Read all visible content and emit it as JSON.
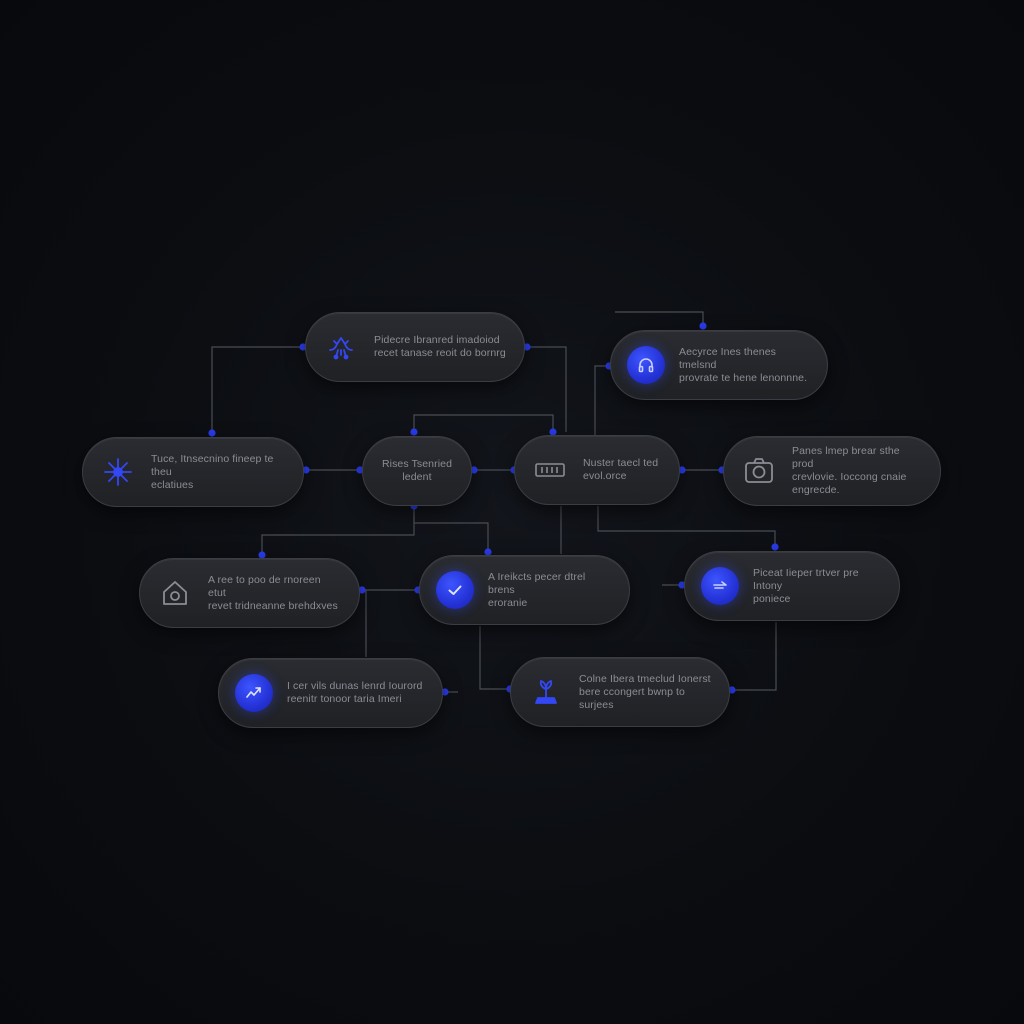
{
  "diagram": {
    "accent_color": "#2b3cf0",
    "line_color": "#4a4d55",
    "nodes": [
      {
        "id": "n1",
        "icon": "drone-icon",
        "text": "Pidecre Ibranred imadoiod\nrecet tanase reoit do bornrg"
      },
      {
        "id": "n2",
        "icon": "headphones-icon",
        "text": "Aecyrce Ines thenes tmelsnd\nprovrate te hene lenonnne."
      },
      {
        "id": "n3",
        "icon": "network-icon",
        "text": "Tuce, Itnsecnino fineep te theu\neclatiues"
      },
      {
        "id": "n4",
        "icon": "none",
        "text": "Rises Tsenried\nledent"
      },
      {
        "id": "n5",
        "icon": "server-icon",
        "text": "Nuster taecl ted\nevol.orce"
      },
      {
        "id": "n6",
        "icon": "camera-icon",
        "text": "Panes lmep brear sthe prod\ncrevlovie. Ioccong cnaie\nengrecde."
      },
      {
        "id": "n7",
        "icon": "home-icon",
        "text": "A ree to poo de rnoreen etut\nrevet tridneanne brehdxves"
      },
      {
        "id": "n8",
        "icon": "check-icon",
        "text": "A Ireikcts pecer dtrel brens\neroranie"
      },
      {
        "id": "n9",
        "icon": "arrow-icon",
        "text": "Piceat Iieper trtver pre Intony\nponiece"
      },
      {
        "id": "n10",
        "icon": "chart-icon",
        "text": "I cer vils dunas lenrd Iourord\nreenitr tonoor taria Imeri"
      },
      {
        "id": "n11",
        "icon": "plant-icon",
        "text": "Colne Ibera tmeclud Ionerst\nbere ccongert bwnp to surjees"
      }
    ]
  }
}
